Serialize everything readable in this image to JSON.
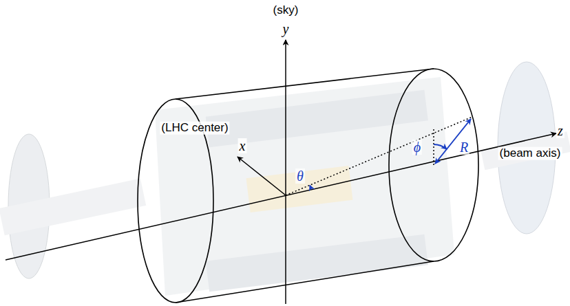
{
  "diagram": {
    "labels": [
      "(sky)",
      "y",
      "(LHC center)",
      "x",
      "ϕ",
      "R",
      "θ",
      "z",
      "(beam axis)"
    ]
  }
}
